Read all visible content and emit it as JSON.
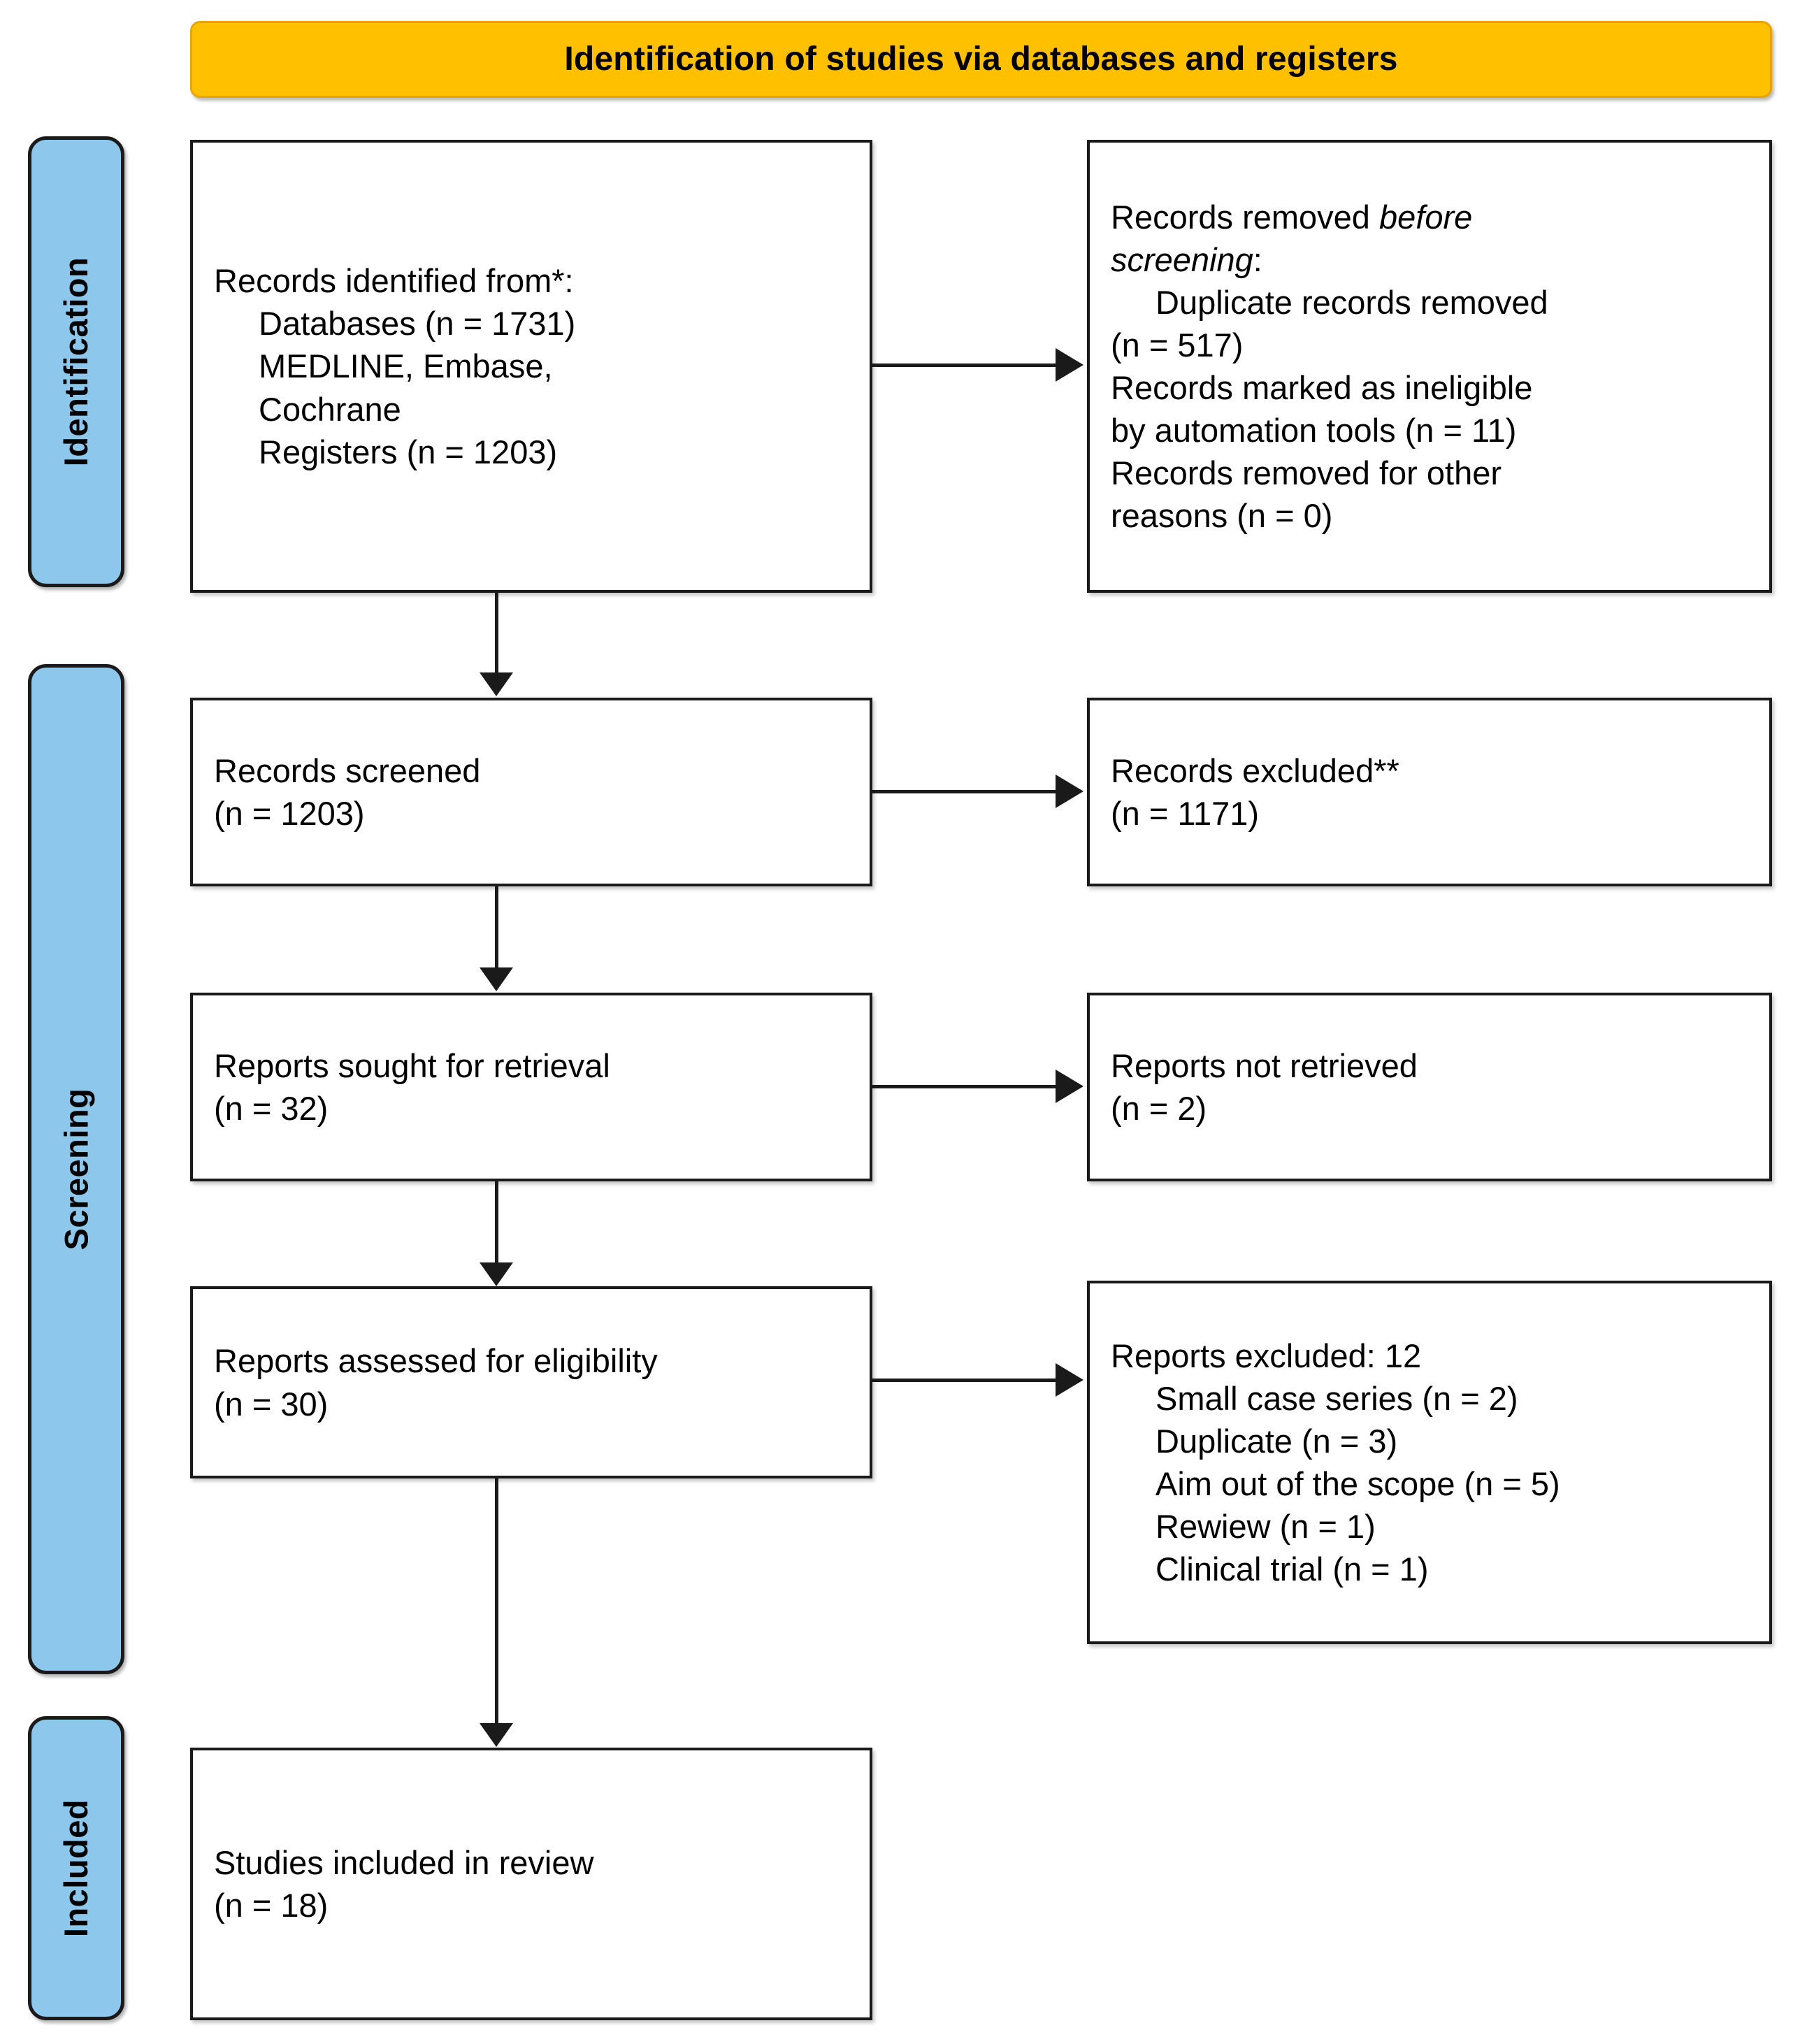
{
  "banner": {
    "title": "Identification of studies via databases and registers",
    "background_color": "#FFC000"
  },
  "stages": {
    "identification": "Identification",
    "screening": "Screening",
    "included": "Included",
    "color": "#8DC8EC"
  },
  "boxes": {
    "records_identified": {
      "line1": "Records identified from*:",
      "line2": "Databases (n = 1731)",
      "line3": "MEDLINE, Embase,",
      "line4": "Cochrane",
      "line5": "Registers (n = 1203)"
    },
    "records_removed": {
      "line1_a": "Records removed ",
      "line1_b": "before",
      "line2_b": "screening",
      "line2_a": ":",
      "line3": "Duplicate records removed",
      "line4": "(n = 517)",
      "line5": "Records marked as ineligible",
      "line6": "by automation tools (n = 11)",
      "line7": "Records removed for other",
      "line8": "reasons (n = 0)"
    },
    "records_screened": {
      "line1": "Records screened",
      "line2": "(n = 1203)"
    },
    "records_excluded": {
      "line1": "Records excluded**",
      "line2": "(n = 1171)"
    },
    "reports_sought": {
      "line1": "Reports sought for retrieval",
      "line2": "(n = 32)"
    },
    "reports_not_retrieved": {
      "line1": "Reports not retrieved",
      "line2": "(n = 2)"
    },
    "reports_assessed": {
      "line1": "Reports assessed for eligibility",
      "line2": "(n = 30)"
    },
    "reports_excluded": {
      "line1": "Reports excluded: 12",
      "line2": "Small case series (n = 2)",
      "line3": "Duplicate (n = 3)",
      "line4": "Aim out of the scope (n = 5)",
      "line5": "Rewiew (n = 1)",
      "line6": "Clinical trial (n = 1)"
    },
    "studies_included": {
      "line1": "Studies included in review",
      "line2": "(n = 18)"
    }
  },
  "chart_data": {
    "type": "table",
    "title": "Identification of studies via databases and registers",
    "stages": [
      "Identification",
      "Screening",
      "Included"
    ],
    "nodes": [
      {
        "id": "records_identified",
        "stage": "Identification",
        "label": "Records identified from*: Databases / Registers",
        "databases_n": 1731,
        "registers_n": 1203,
        "sources": [
          "MEDLINE",
          "Embase",
          "Cochrane"
        ]
      },
      {
        "id": "records_removed",
        "stage": "Identification",
        "label": "Records removed before screening",
        "duplicate_records_removed_n": 517,
        "marked_ineligible_by_automation_n": 11,
        "removed_other_reasons_n": 0
      },
      {
        "id": "records_screened",
        "stage": "Screening",
        "label": "Records screened",
        "n": 1203
      },
      {
        "id": "records_excluded",
        "stage": "Screening",
        "label": "Records excluded**",
        "n": 1171
      },
      {
        "id": "reports_sought",
        "stage": "Screening",
        "label": "Reports sought for retrieval",
        "n": 32
      },
      {
        "id": "reports_not_retrieved",
        "stage": "Screening",
        "label": "Reports not retrieved",
        "n": 2
      },
      {
        "id": "reports_assessed",
        "stage": "Screening",
        "label": "Reports assessed for eligibility",
        "n": 30
      },
      {
        "id": "reports_excluded",
        "stage": "Screening",
        "label": "Reports excluded",
        "n": 12,
        "reasons": [
          {
            "reason": "Small case series",
            "n": 2
          },
          {
            "reason": "Duplicate",
            "n": 3
          },
          {
            "reason": "Aim out of the scope",
            "n": 5
          },
          {
            "reason": "Rewiew",
            "n": 1
          },
          {
            "reason": "Clinical trial",
            "n": 1
          }
        ]
      },
      {
        "id": "studies_included",
        "stage": "Included",
        "label": "Studies included in review",
        "n": 18
      }
    ],
    "edges": [
      {
        "from": "records_identified",
        "to": "records_removed"
      },
      {
        "from": "records_identified",
        "to": "records_screened"
      },
      {
        "from": "records_screened",
        "to": "records_excluded"
      },
      {
        "from": "records_screened",
        "to": "reports_sought"
      },
      {
        "from": "reports_sought",
        "to": "reports_not_retrieved"
      },
      {
        "from": "reports_sought",
        "to": "reports_assessed"
      },
      {
        "from": "reports_assessed",
        "to": "reports_excluded"
      },
      {
        "from": "reports_assessed",
        "to": "studies_included"
      }
    ]
  }
}
